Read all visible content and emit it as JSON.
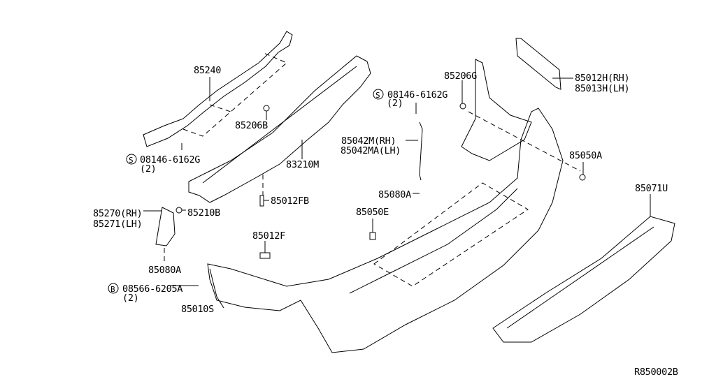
{
  "diagram": {
    "labels": {
      "p85240": "85240",
      "p85206B": "85206B",
      "p83210M": "83210M",
      "screw_left": "08146-6162G",
      "screw_left_qty": "(2)",
      "p85270": "85270(RH)",
      "p85271": "85271(LH)",
      "p85210B": "85210B",
      "p85012FB": "85012FB",
      "p85080A_left": "85080A",
      "p85012F": "85012F",
      "bolt": "08566-6205A",
      "bolt_qty": "(2)",
      "p85010S": "85010S",
      "p85050E": "85050E",
      "p85080A_mid": "85080A",
      "p85042M": "85042M(RH)",
      "p85042MA": "85042MA(LH)",
      "screw_mid": "08146-6162G",
      "screw_mid_qty": "(2)",
      "p85206G": "85206G",
      "p85012H": "85012H(RH)",
      "p85013H": "85013H(LH)",
      "p85050A": "85050A",
      "p85071U": "85071U",
      "ref": "R850002B"
    },
    "symbols": {
      "screw": "S",
      "bolt": "B"
    }
  }
}
